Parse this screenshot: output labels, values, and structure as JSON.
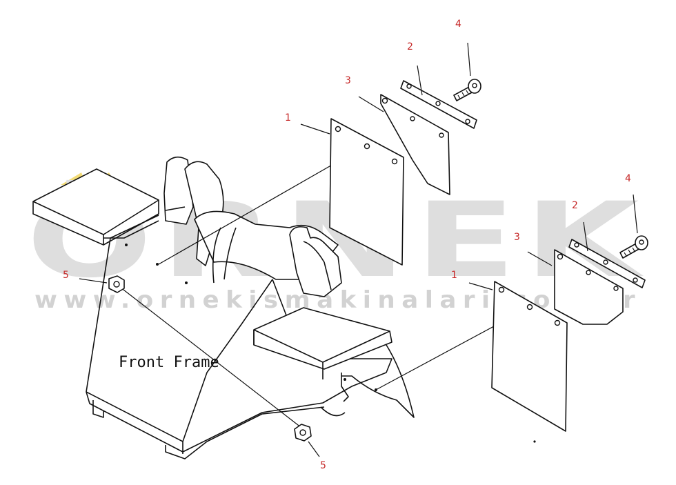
{
  "watermark": {
    "brand": "ÖRNEK",
    "website": "www.ornekismakinalari.com.tr"
  },
  "diagram": {
    "frame_label": "Front Frame",
    "callouts": [
      {
        "id": "callout-1-upper",
        "text": "1"
      },
      {
        "id": "callout-2-upper",
        "text": "2"
      },
      {
        "id": "callout-3-upper",
        "text": "3"
      },
      {
        "id": "callout-4-upper",
        "text": "4"
      },
      {
        "id": "callout-1-lower",
        "text": "1"
      },
      {
        "id": "callout-2-lower",
        "text": "2"
      },
      {
        "id": "callout-3-lower",
        "text": "3"
      },
      {
        "id": "callout-4-lower",
        "text": "4"
      },
      {
        "id": "callout-5-left",
        "text": "5"
      },
      {
        "id": "callout-5-bottom",
        "text": "5"
      }
    ]
  },
  "colors": {
    "callout": "#c62828",
    "watermark": "#dedede",
    "watermark_accent": "#f3dc78",
    "line": "#111111"
  }
}
